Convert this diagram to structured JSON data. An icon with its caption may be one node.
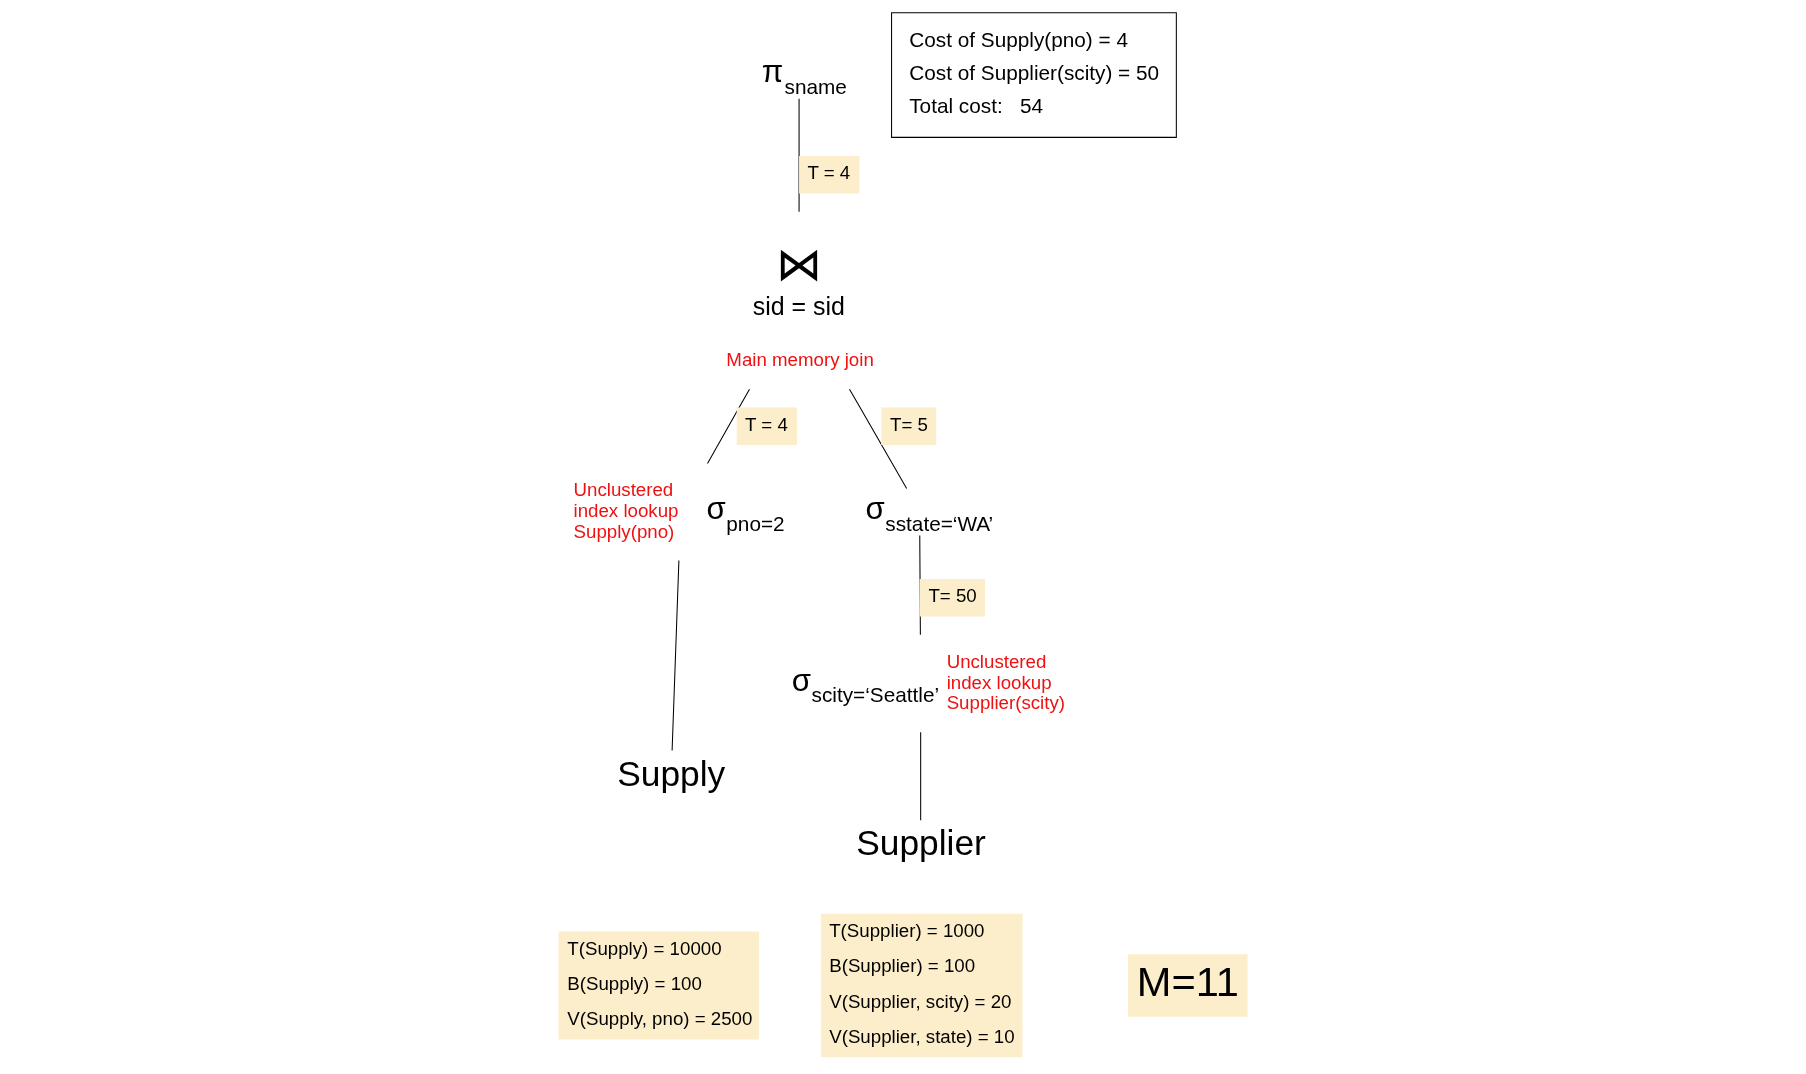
{
  "diagram": {
    "nodes": [
      {
        "text": [
          "π$_{sname}$"
        ]
      },
      {
        "text": [
          "⋈",
          "sid = sid"
        ],
        "beside": [
          "Main memory join"
        ]
      },
      {
        "text": [
          "σ$_{pno=2}$"
        ],
        "beside": [
          "Unclustered index lookup Supply(pno)"
        ]
      },
      {
        "text": [
          "Supply"
        ]
      },
      {
        "text": [
          "σ$_{sstate=‘WA’}$"
        ]
      },
      {
        "text": [
          "σ$_{scity=‘Seattle’}$"
        ],
        "beside": [
          "Unclustered index lookup Supplier(scity)"
        ]
      },
      {
        "text": [
          "Supplier"
        ]
      },
      {
        "text": [
          "T(Supply) = 10000",
          "B(Supply) = 100",
          "V(Supply, pno) = 2500"
        ]
      },
      {
        "text": [
          "T(Supplier) = 1000",
          "B(Supplier) = 100",
          "V(Supplier, scity) = 20",
          "V(Supplier, state) = 10"
        ]
      },
      {
        "text": [
          "Cost of Supply(pno) = 4",
          "Cost of Supplier(scity) = 50",
          "Total cost:   54"
        ]
      },
      {
        "text": [
          "M=11"
        ]
      }
    ],
    "edges": [
      {
        "from": 0,
        "to": 1,
        "arrow": "none",
        "label": "T = 4"
      },
      {
        "from": 1,
        "to": 2,
        "arrow": "none",
        "label": "T = 4"
      },
      {
        "from": 1,
        "to": 4,
        "arrow": "none",
        "label": "T= 5"
      },
      {
        "from": 2,
        "to": 3,
        "arrow": "none"
      },
      {
        "from": 4,
        "to": 5,
        "arrow": "none",
        "label": "T= 50"
      },
      {
        "from": 5,
        "to": 6,
        "arrow": "none"
      }
    ]
  }
}
